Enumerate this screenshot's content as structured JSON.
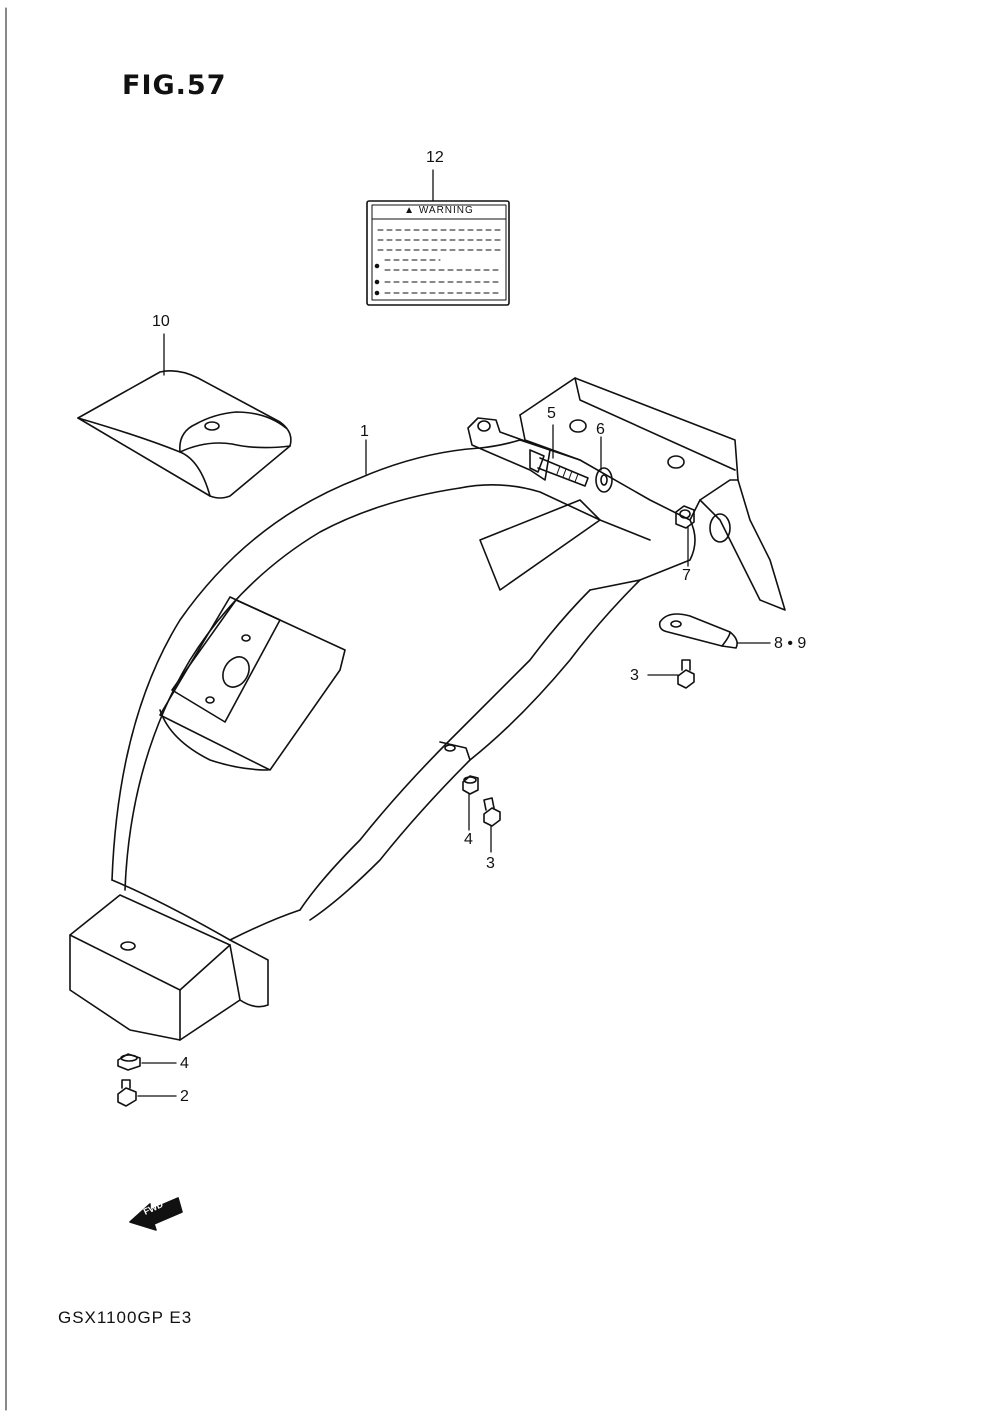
{
  "figure": {
    "title": "FIG.57",
    "model": "GSX1100GP  E3"
  },
  "warning_label": {
    "heading": "▲ WARNING"
  },
  "fwd_arrow": {
    "label": "FWD"
  },
  "callouts": {
    "c1": "1",
    "c2": "2",
    "c3a": "3",
    "c3b": "3",
    "c4a": "4",
    "c4b": "4",
    "c5": "5",
    "c6": "6",
    "c7": "7",
    "c89": "8 • 9",
    "c10": "10",
    "c12": "12"
  }
}
